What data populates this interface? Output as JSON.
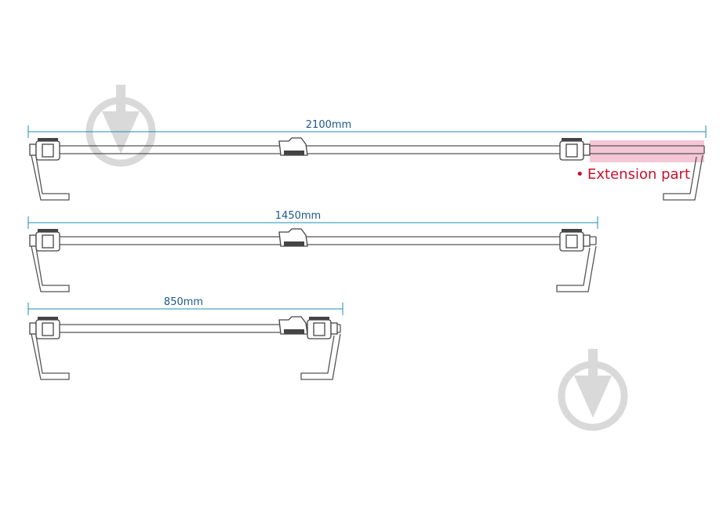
{
  "diagram": {
    "rows": [
      {
        "dimension_label": "2100mm"
      },
      {
        "dimension_label": "1450mm"
      },
      {
        "dimension_label": "850mm"
      }
    ],
    "extension_label": "Extension part",
    "extension_bullet": "•",
    "colors": {
      "dimension_line": "#1d8fb5",
      "dimension_text": "#1a5a8c",
      "extension_text": "#c8102e",
      "extension_highlight": "#f4c6d6",
      "outline": "#444444",
      "watermark": "#d9d9d9"
    }
  }
}
